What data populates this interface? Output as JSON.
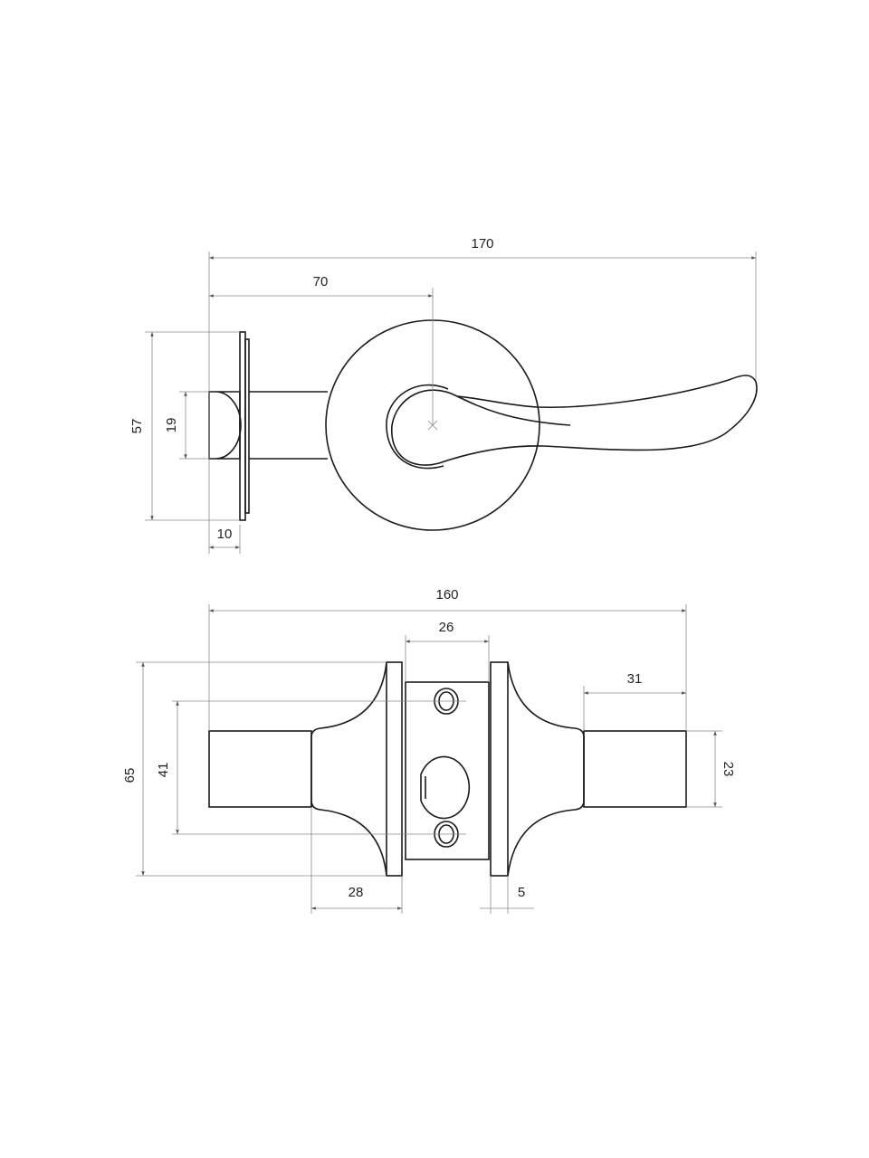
{
  "title": "Door lever handle with latch — dimension drawing",
  "top_view": {
    "dimensions": {
      "overall_length": "170",
      "axis_offset": "70",
      "rose_height": "57",
      "latch_face": "19",
      "latch_depth": "10"
    }
  },
  "bottom_view": {
    "dimensions": {
      "overall_width": "160",
      "latch_plate_width": "26",
      "handle_neck": "31",
      "spindle_diameter": "23",
      "rose_diameter": "65",
      "screw_spacing": "41",
      "flare_length": "28",
      "rose_thickness": "5"
    }
  },
  "colors": {
    "line": "#1a1a1a",
    "dim_line": "#8a8a8a",
    "background": "#ffffff"
  }
}
